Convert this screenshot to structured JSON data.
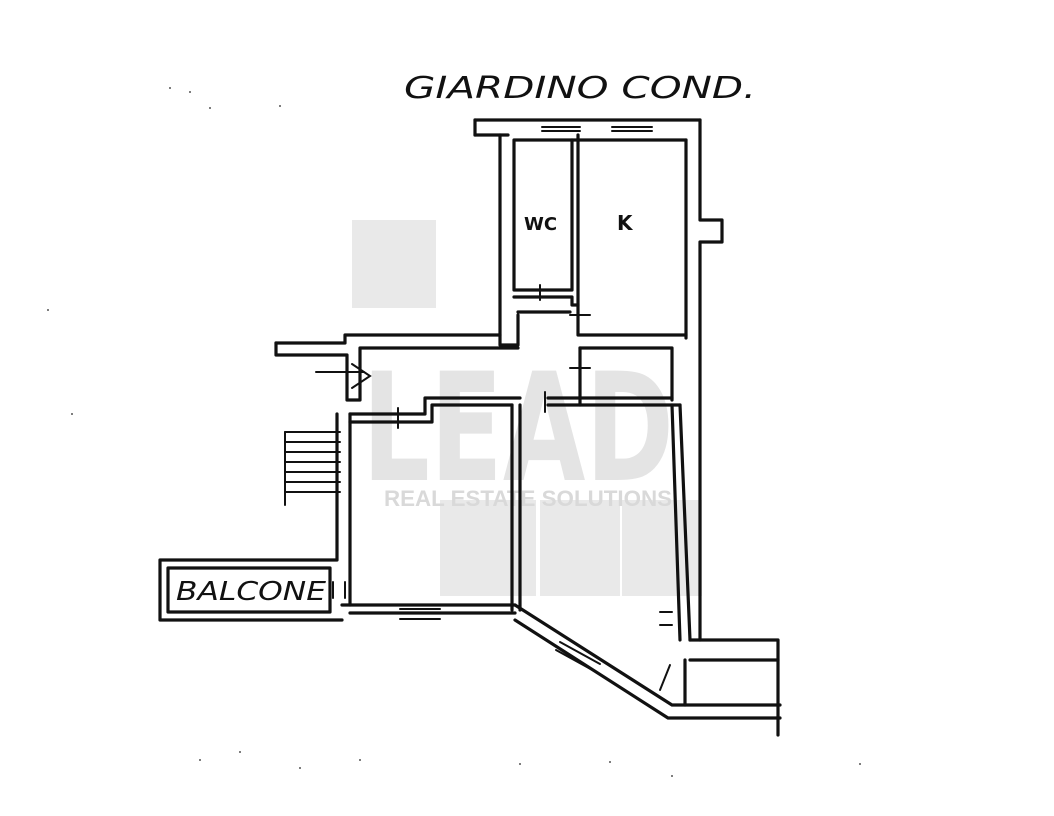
{
  "labels": {
    "garden": "GIARDINO COND.",
    "wc": "WC",
    "kitchen": "K",
    "balcony": "BALCONE"
  },
  "watermark": {
    "logo_text": "LEAD",
    "subtitle": "REAL ESTATE SOLUTIONS"
  },
  "colors": {
    "line": "#111111",
    "watermark": "#e4e4e4",
    "background": "#ffffff"
  }
}
